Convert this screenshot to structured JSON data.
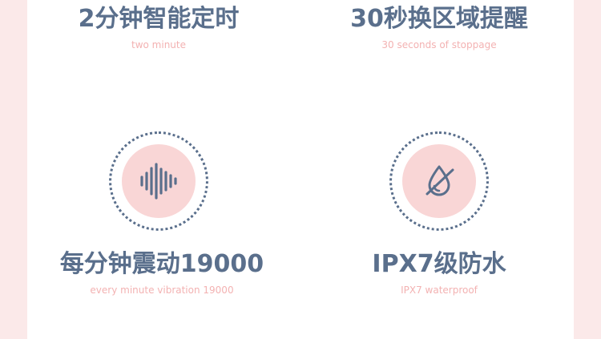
{
  "features": {
    "timer": {
      "title": "2分钟智能定时",
      "subtitle": "two minute",
      "icon": "timer-text-icon"
    },
    "zone": {
      "title": "30秒换区域提醒",
      "subtitle": "30 seconds of stoppage",
      "icon": "zone-text-icon"
    },
    "vibration": {
      "title": "每分钟震动19000",
      "subtitle": "every minute vibration 19000",
      "icon": "sound-wave-icon"
    },
    "waterproof": {
      "title": "IPX7级防水",
      "subtitle": "IPX7 waterproof",
      "icon": "no-water-drop-icon"
    }
  },
  "colors": {
    "title": "#5a6f8c",
    "subtitle": "#f3b2b2",
    "disc": "#f9d6d6",
    "side": "#fbe9e9"
  }
}
